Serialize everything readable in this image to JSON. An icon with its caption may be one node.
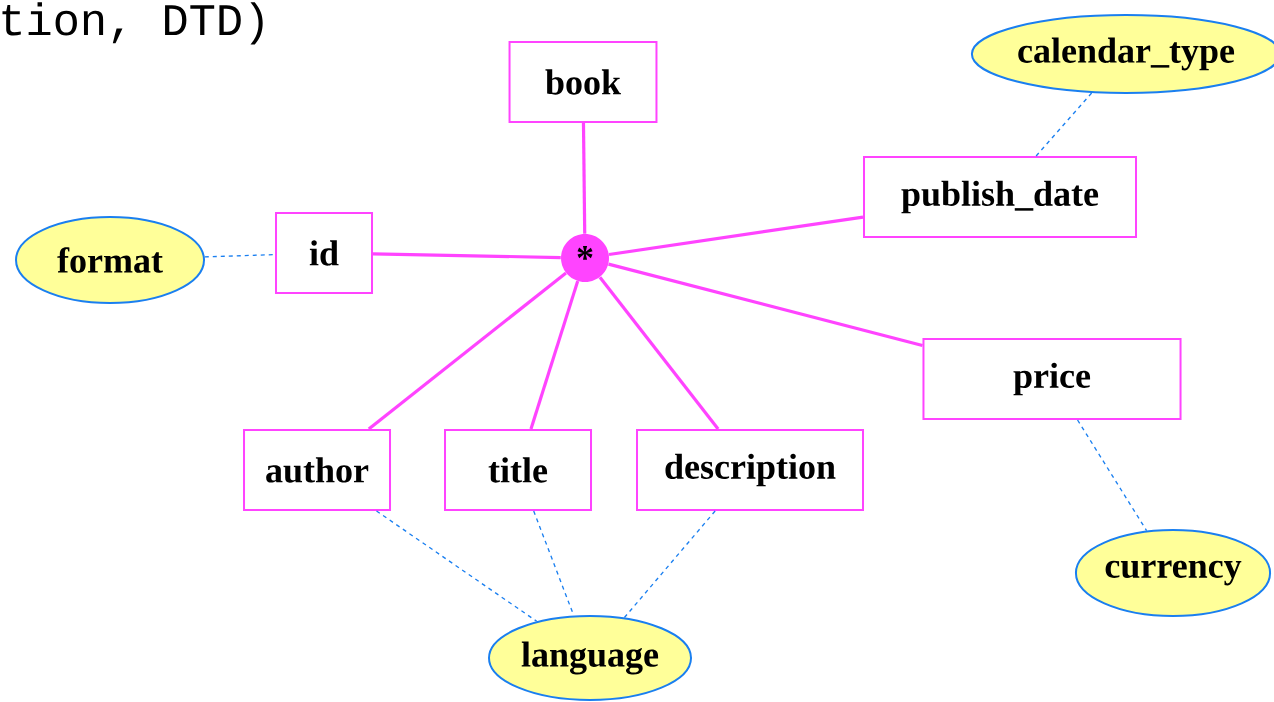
{
  "diagram": {
    "nodes": [
      {
        "text": [
          "book"
        ]
      },
      {
        "text": [
          "calendar_type"
        ]
      },
      {
        "text": [
          "publish_date"
        ]
      },
      {
        "text": [
          "format"
        ]
      },
      {
        "text": [
          "id"
        ]
      },
      {
        "text": [
          "*"
        ]
      },
      {
        "text": [
          "price"
        ]
      },
      {
        "text": [
          "author"
        ]
      },
      {
        "text": [
          "title"
        ]
      },
      {
        "text": [
          "description"
        ]
      },
      {
        "text": [
          "currency"
        ]
      },
      {
        "text": [
          "language"
        ]
      }
    ],
    "edges": [
      {
        "from": 0,
        "to": 5,
        "arrow": "none"
      },
      {
        "from": 5,
        "to": 2,
        "arrow": "none"
      },
      {
        "from": 4,
        "to": 5,
        "arrow": "none"
      },
      {
        "from": 5,
        "to": 7,
        "arrow": "none"
      },
      {
        "from": 5,
        "to": 8,
        "arrow": "none"
      },
      {
        "from": 5,
        "to": 9,
        "arrow": "none"
      },
      {
        "from": 5,
        "to": 6,
        "arrow": "none"
      },
      {
        "from": 1,
        "to": 2,
        "arrow": "none",
        "style": "dashed",
        "color": "#1a7ff0"
      },
      {
        "from": 3,
        "to": 4,
        "arrow": "none",
        "style": "dashed",
        "color": "#1a7ff0"
      },
      {
        "from": 6,
        "to": 10,
        "arrow": "none",
        "style": "dashed",
        "color": "#1a7ff0"
      },
      {
        "from": 7,
        "to": 11,
        "arrow": "none",
        "style": "dashed",
        "color": "#1a7ff0"
      },
      {
        "from": 8,
        "to": 11,
        "arrow": "none",
        "style": "dashed",
        "color": "#1a7ff0"
      },
      {
        "from": 9,
        "to": 11,
        "arrow": "none",
        "style": "dashed",
        "color": "#1a7ff0"
      }
    ],
    "labels": [
      "tion, DTD)"
    ]
  }
}
